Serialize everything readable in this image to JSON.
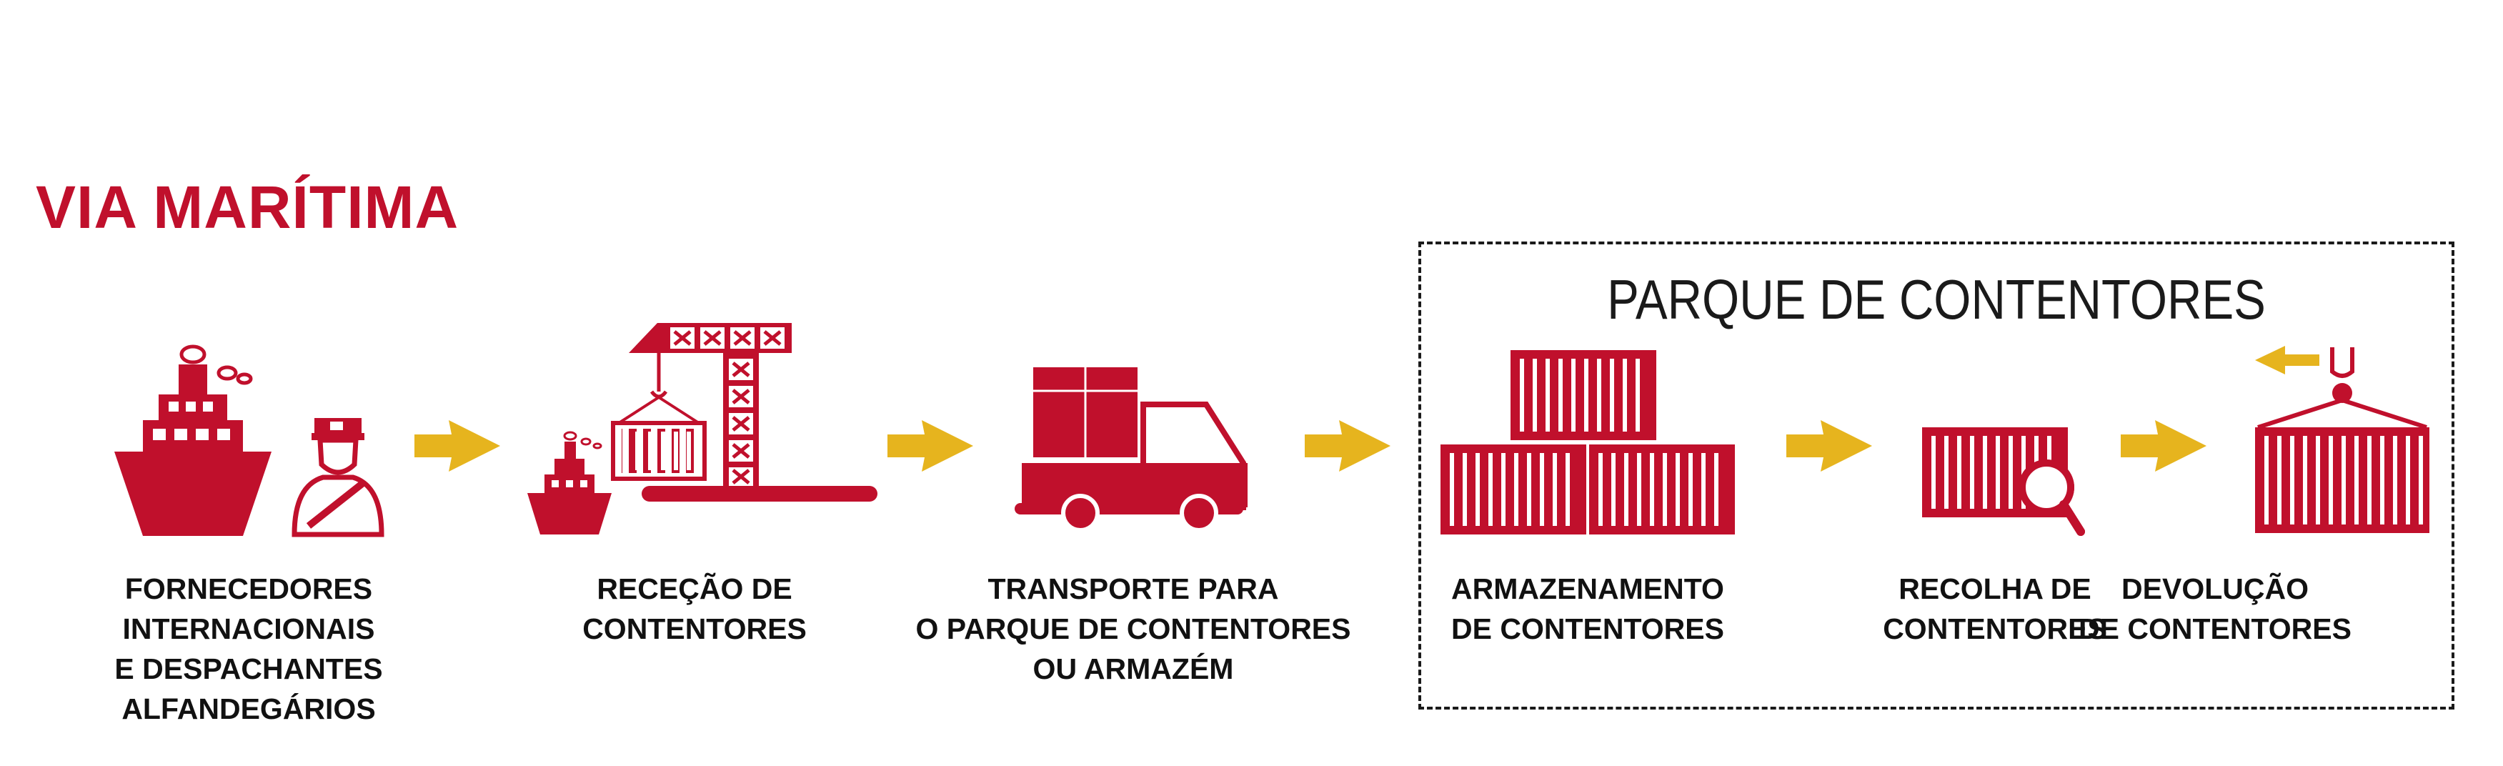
{
  "title": "VIA MARÍTIMA",
  "park": {
    "title": "PARQUE DE CONTENTORES"
  },
  "colors": {
    "primary": "#c0102c",
    "arrow": "#e6b41e",
    "text": "#111111",
    "border": "#1a1a1a"
  },
  "steps": [
    {
      "icon": "ship-and-customs-officer-icon",
      "lines": [
        "FORNECEDORES INTERNACIONAIS",
        "E DESPACHANTES ALFANDEGÁRIOS"
      ]
    },
    {
      "icon": "port-crane-icon",
      "lines": [
        "RECEÇÃO DE",
        "CONTENTORES"
      ]
    },
    {
      "icon": "truck-icon",
      "lines": [
        "TRANSPORTE PARA",
        "O PARQUE DE CONTENTORES",
        "OU ARMAZÉM"
      ]
    },
    {
      "icon": "stacked-containers-icon",
      "lines": [
        "ARMAZENAMENTO",
        "DE CONTENTORES"
      ]
    },
    {
      "icon": "container-inspection-icon",
      "lines": [
        "RECOLHA DE",
        "CONTENTORES"
      ]
    },
    {
      "icon": "container-hook-return-icon",
      "lines": [
        "DEVOLUÇÃO",
        "DE CONTENTORES"
      ]
    }
  ]
}
